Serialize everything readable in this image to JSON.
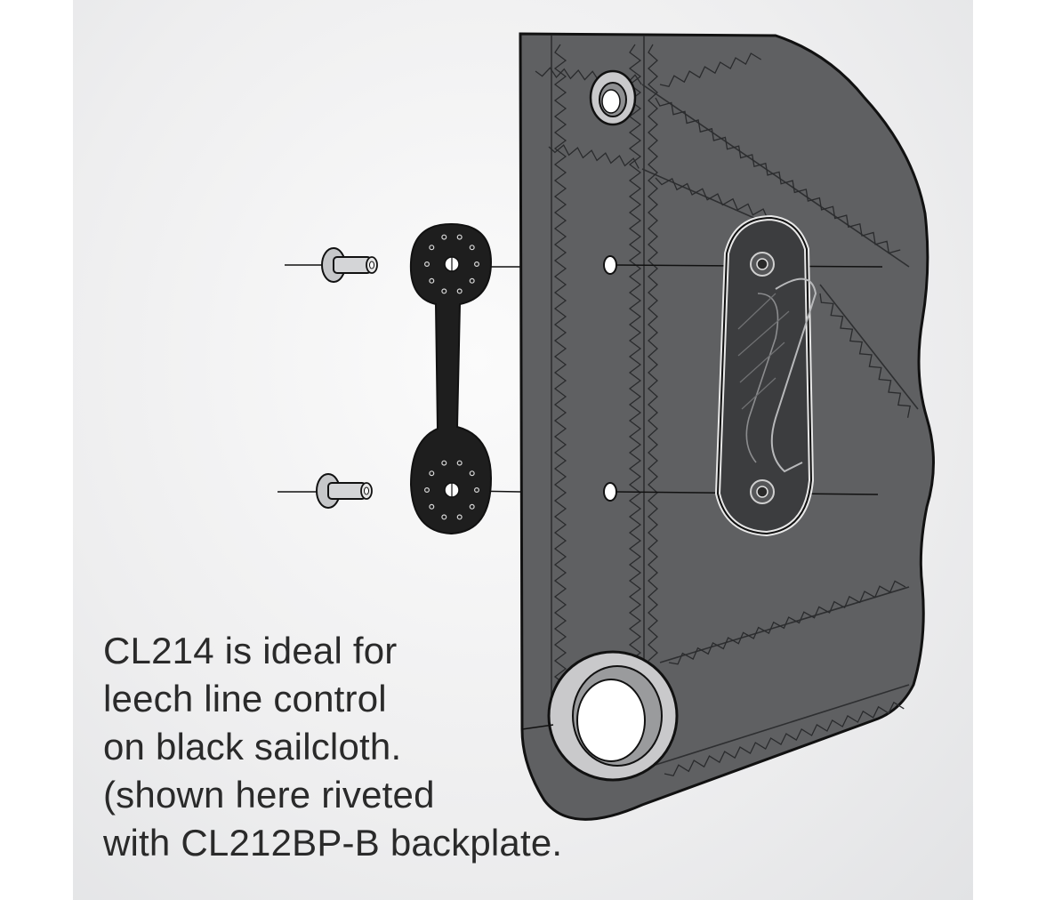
{
  "caption": {
    "lines": [
      "CL214 is ideal for",
      "leech line control",
      "on black sailcloth.",
      "(shown here riveted",
      "with CL212BP-B backplate."
    ]
  },
  "colors": {
    "background": "#ececed",
    "sailcloth": "#5f6062",
    "backplate": "#1e1e1e",
    "cleat": "#3c3d3f",
    "outline": "#111111",
    "grommet": "#c9c9cb"
  },
  "parts": {
    "rivet_count": 2,
    "backplate_hole_count": 2,
    "sail_hole_count": 2
  }
}
